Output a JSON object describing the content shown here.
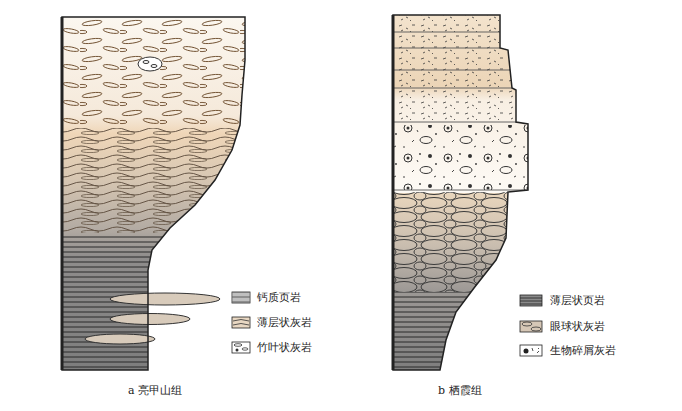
{
  "diagram": {
    "labels": [
      "a 亮甲山组",
      "b 栖霞组"
    ],
    "legend": [
      {
        "text": "钙质页岩"
      },
      {
        "text": "薄层状灰岩"
      },
      {
        "text": "竹叶状灰岩"
      },
      {
        "text": "薄层状页岩"
      },
      {
        "text": "眼球状灰岩"
      },
      {
        "text": "生物碎屑灰岩"
      }
    ]
  }
}
